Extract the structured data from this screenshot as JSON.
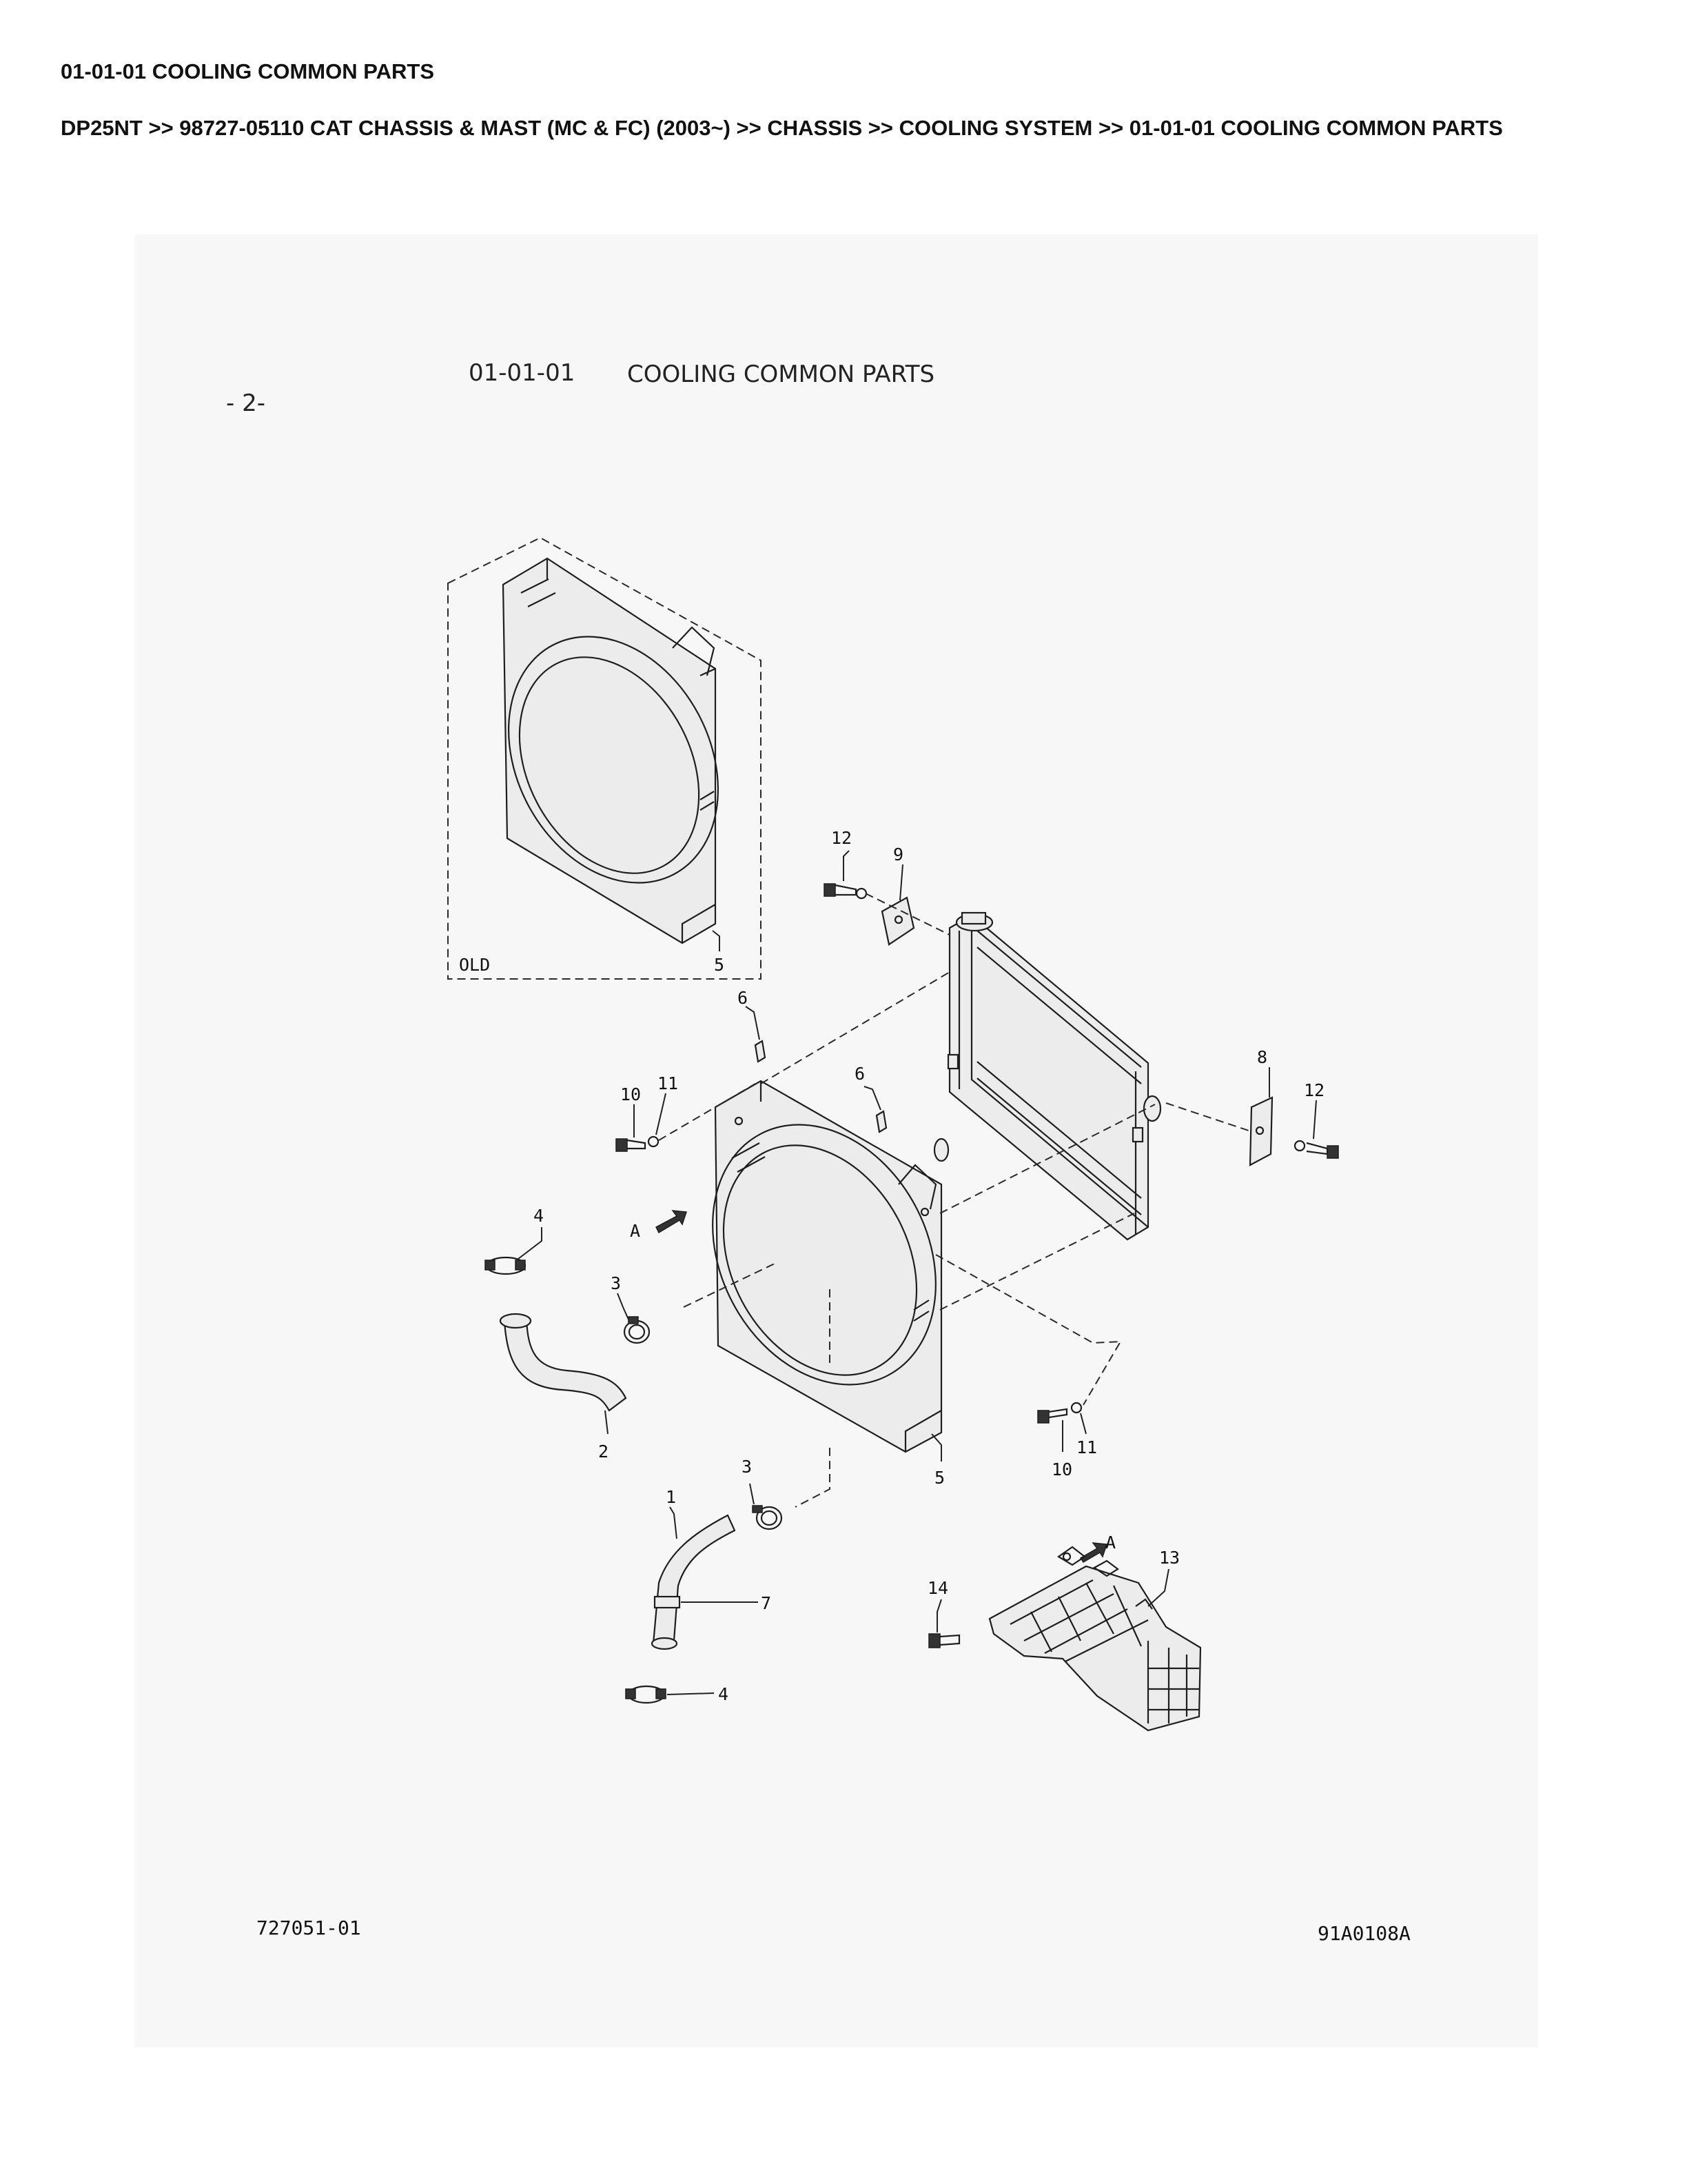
{
  "page": {
    "title": "01-01-01 COOLING COMMON PARTS",
    "breadcrumb": "DP25NT >> 98727-05110 CAT CHASSIS & MAST (MC & FC) (2003~) >> CHASSIS >> COOLING SYSTEM >> 01-01-01 COOLING COMMON PARTS"
  },
  "diagram": {
    "page_mark": "- 2-",
    "section_code": "01-01-01",
    "section_title": "COOLING COMMON PARTS",
    "old_label": "OLD",
    "view_arrow": "A",
    "drawing_number_left": "727051-01",
    "drawing_number_right": "91A0108A",
    "callouts": {
      "c1": "1",
      "c2": "2",
      "c3a": "3",
      "c3b": "3",
      "c4a": "4",
      "c4b": "4",
      "c5a": "5",
      "c5b": "5",
      "c6a": "6",
      "c6b": "6",
      "c7": "7",
      "c8": "8",
      "c9": "9",
      "c10a": "10",
      "c10b": "10",
      "c11a": "11",
      "c11b": "11",
      "c12a": "12",
      "c12b": "12",
      "c13": "13",
      "c14": "14"
    }
  }
}
